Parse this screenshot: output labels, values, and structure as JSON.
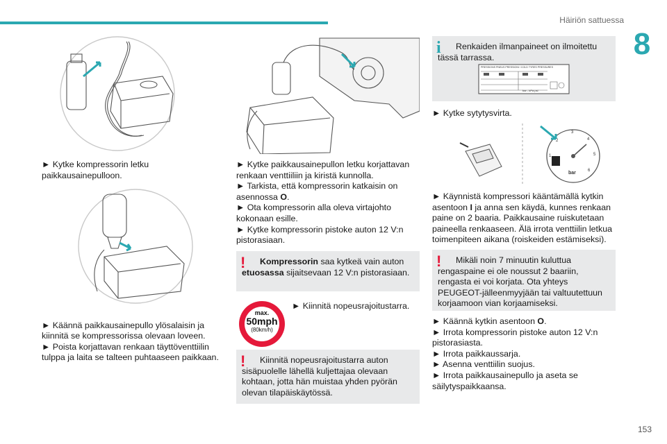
{
  "header": {
    "section": "Häiriön sattuessa",
    "chapter": "8",
    "page": "153"
  },
  "accent_color": "#2ba8b1",
  "warning_color": "#e5193a",
  "col1": {
    "p1": "► Kytke kompressorin letku paikkausainepulloon.",
    "p2": "► Käännä paikkausainepullo ylösalaisin ja kiinnitä se kompressorissa olevaan loveen.\n► Poista korjattavan renkaan täyttöventtiilin tulppa ja laita se talteen puhtaaseen paikkaan."
  },
  "col2": {
    "p1a": "► Kytke paikkausainepullon letku korjattavan renkaan venttiiliin ja kiristä kunnolla.",
    "p1b": "► Tarkista, että kompressorin katkaisin on asennossa ",
    "p1b_bold": "O",
    "p1c": "► Ota kompressorin alla oleva virtajohto kokonaan esille.",
    "p1d": "► Kytke kompressorin pistoke auton 12 V:n pistorasiaan.",
    "warn1_bold1": "Kompressorin",
    "warn1_mid": " saa kytkeä vain auton ",
    "warn1_bold2": "etuosassa",
    "warn1_end": " sijaitsevaan 12 V:n pistorasiaan.",
    "speed_sign": {
      "top": "max.",
      "main": "50mph",
      "sub": "(80km/h)"
    },
    "p2": "► Kiinnitä nopeusrajoitustarra.",
    "warn2": "Kiinnitä nopeusrajoitustarra auton sisäpuolelle lähellä kuljettajaa olevaan kohtaan, jotta hän muistaa yhden pyörän olevan tilapäiskäytössä."
  },
  "col3": {
    "info": "Renkaiden ilmanpaineet on ilmoitettu tässä tarrassa.",
    "tire_label": {
      "title": "PRESSIONS PNEUS PRESSIONI / COLD TYRES PRESSURES",
      "unit_bar": "bar",
      "unit_kpa": "kPa",
      "unit_psi": "psi"
    },
    "p1": "► Kytke sytytysvirta.",
    "gauge": {
      "unit": "bar",
      "ticks": [
        "1",
        "2",
        "3",
        "4",
        "5",
        "6"
      ]
    },
    "p2a": "► Käynnistä kompressori kääntämällä kytkin asentoon ",
    "p2_bold": "I",
    "p2b": " ja anna sen käydä, kunnes renkaan paine on 2 baaria. Paikkausaine ruiskutetaan paineella renkaaseen. Älä irrota venttiilin letkua toimenpiteen aikana (roiskeiden estämiseksi).",
    "warn": "Mikäli noin 7 minuutin kuluttua rengaspaine ei ole noussut 2 baariin, rengasta ei voi korjata. Ota yhteys PEUGEOT-jälleenmyyjään tai valtuutettuun korjaamoon vian korjaamiseksi.",
    "p3a": "► Käännä kytkin asentoon ",
    "p3_bold": "O",
    "p3b": "► Irrota kompressorin pistoke auton 12 V:n pistorasiasta.",
    "p3c": "► Irrota paikkaussarja.",
    "p3d": "► Asenna venttiilin suojus.",
    "p3e": "► Irrota paikkausainepullo ja aseta se säilytyspaikkaansa."
  }
}
